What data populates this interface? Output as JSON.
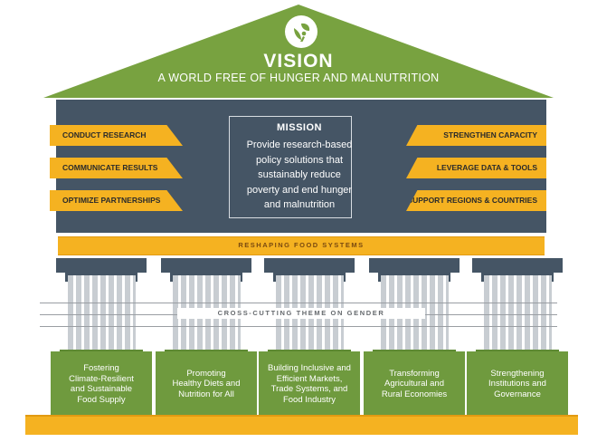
{
  "vision": {
    "title": "VISION",
    "subtitle": "A WORLD FREE OF HUNGER AND MALNUTRITION",
    "logo_icon": "leaf-person-logo-icon"
  },
  "mission": {
    "title": "MISSION",
    "lines": [
      "Provide research-based",
      "policy solutions that",
      "sustainably reduce",
      "poverty and end hunger",
      "and malnutrition"
    ]
  },
  "left_ribbons": [
    "CONDUCT RESEARCH",
    "COMMUNICATE RESULTS",
    "OPTIMIZE PARTNERSHIPS"
  ],
  "right_ribbons": [
    "STRENGTHEN CAPACITY",
    "LEVERAGE DATA & TOOLS",
    "SUPPORT REGIONS & COUNTRIES"
  ],
  "band_label": "RESHAPING FOOD SYSTEMS",
  "cross_cutting": "CROSS-CUTTING THEME ON GENDER",
  "pillars": [
    [
      "Fostering",
      "Climate-Resilient",
      "and Sustainable",
      "Food Supply"
    ],
    [
      "Promoting",
      "Healthy Diets and",
      "Nutrition for All"
    ],
    [
      "Building Inclusive and",
      "Efficient Markets,",
      "Trade Systems, and",
      "Food Industry"
    ],
    [
      "Transforming",
      "Agricultural and",
      "Rural Economies"
    ],
    [
      "Strengthening",
      "Institutions and",
      "Governance"
    ]
  ],
  "colors": {
    "green": "#78a240",
    "slate": "#455565",
    "gold": "#f5b221",
    "pillar_green": "#6f9a3e"
  }
}
